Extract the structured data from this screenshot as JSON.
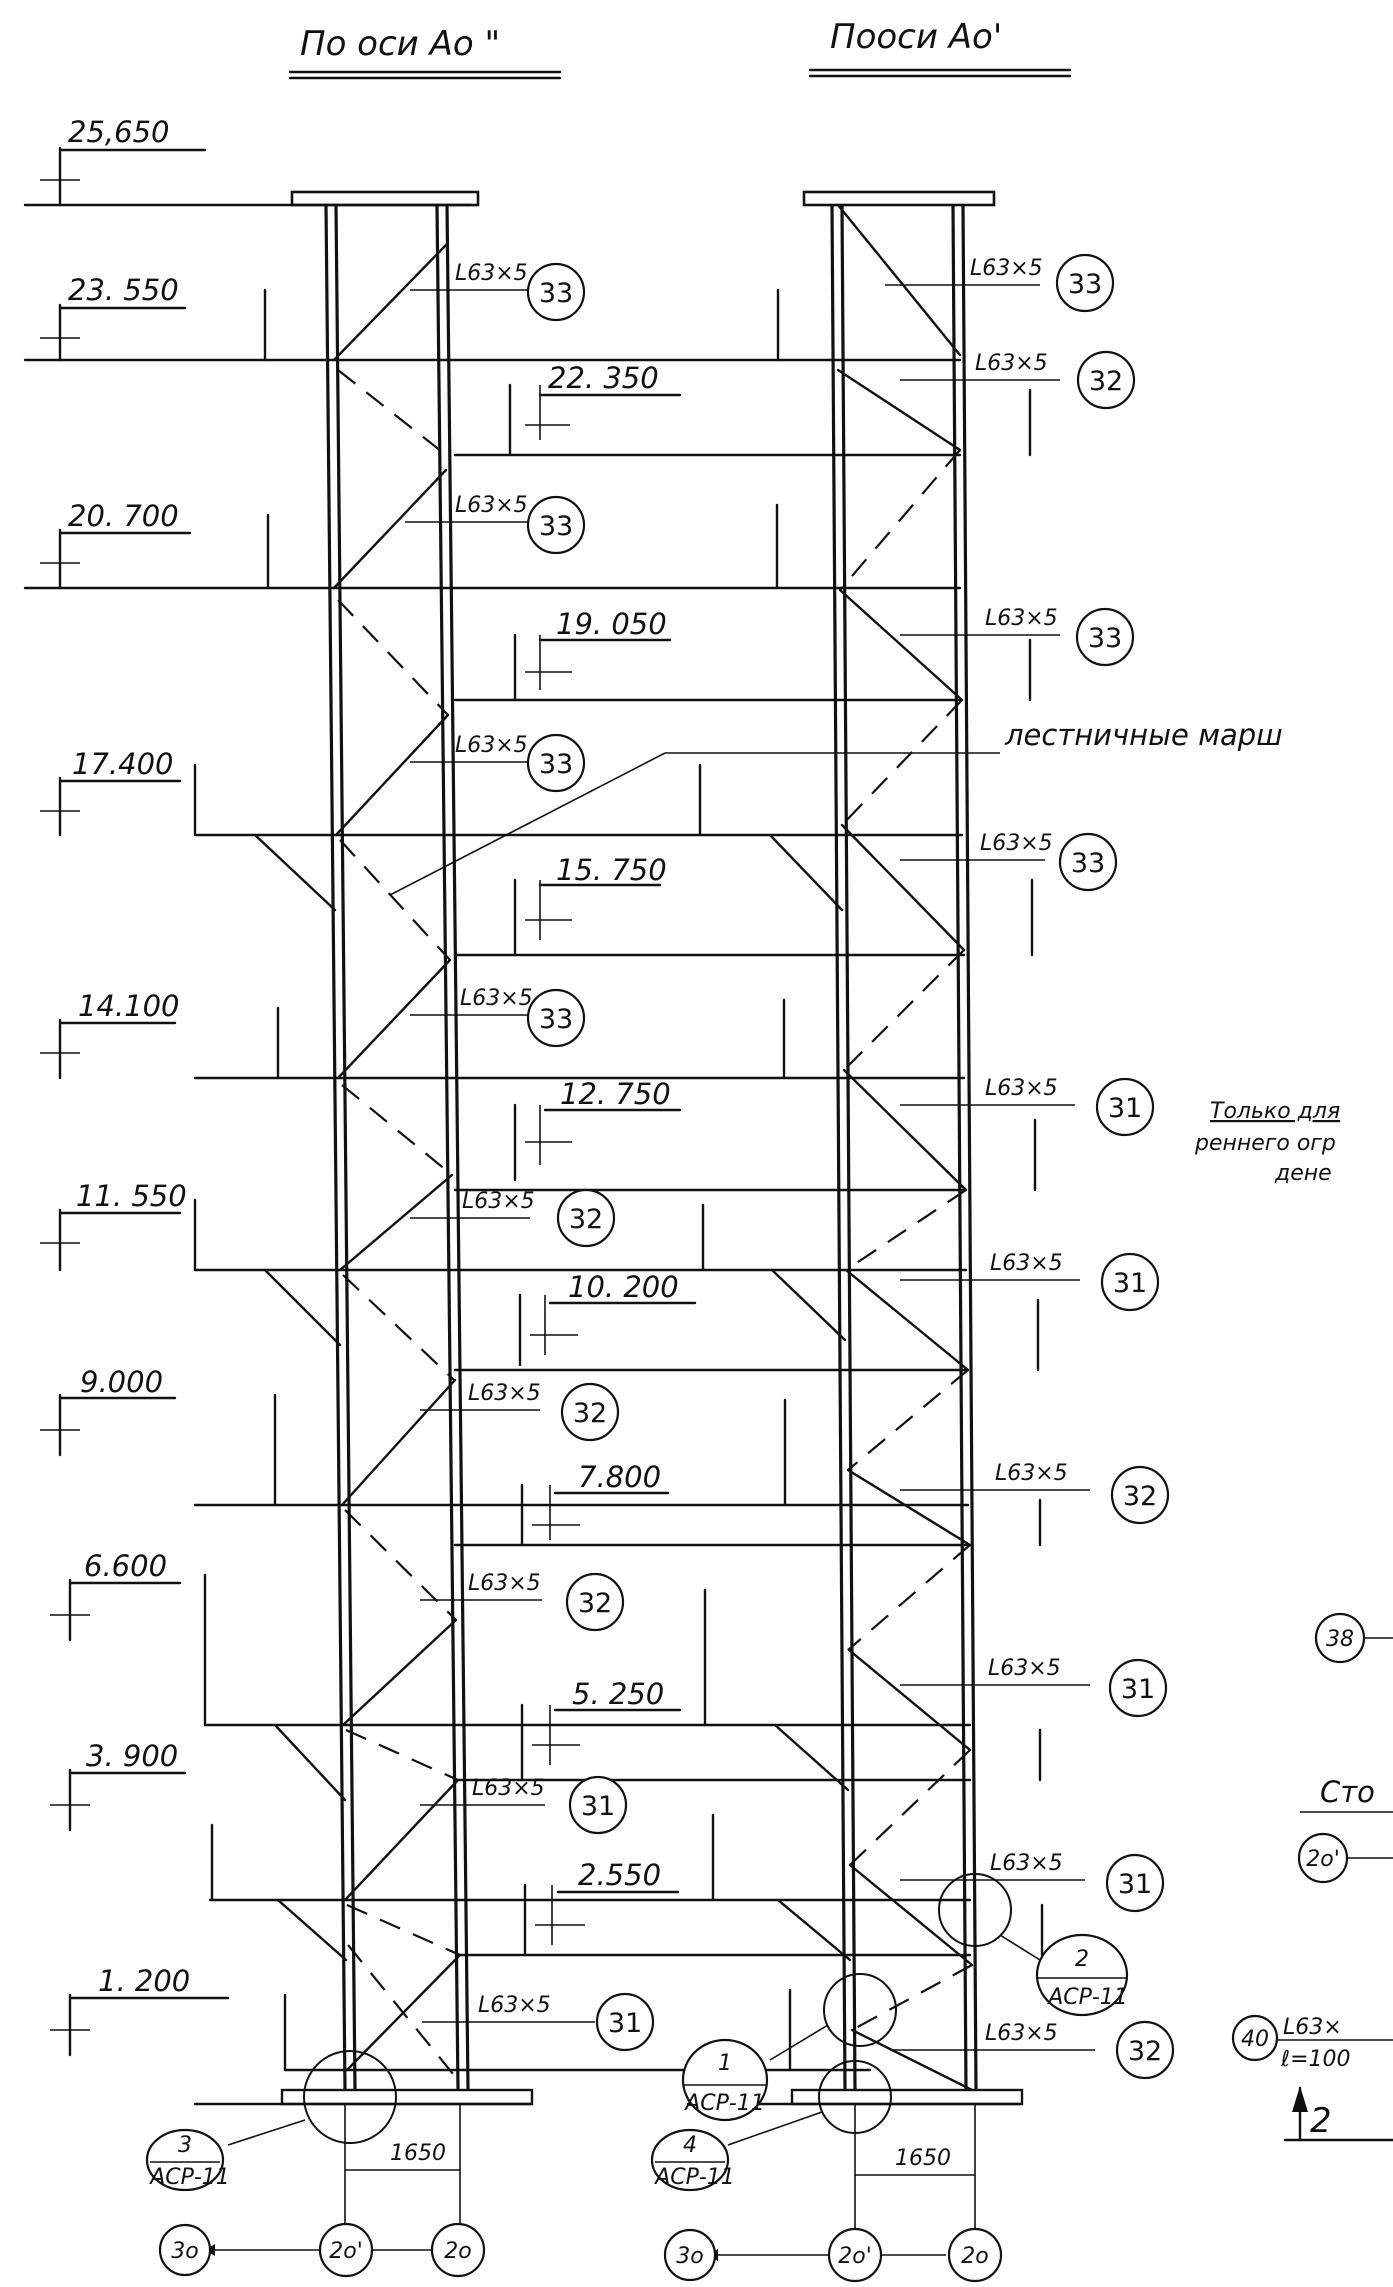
{
  "headers": {
    "left": "По оси Ао \"",
    "right": "Пооси Ао'"
  },
  "elevations_left": [
    "25,650",
    "23. 550",
    "20. 700",
    "17.400",
    "14.100",
    "11. 550",
    "9.000",
    "6.600",
    "3. 900",
    "1. 200"
  ],
  "elevations_mid": [
    "22. 350",
    "19. 050",
    "15. 750",
    "12. 750",
    "10. 200",
    "7.800",
    "5. 250",
    "2.550"
  ],
  "profile": "L63×5",
  "left_marks": [
    "33",
    "33",
    "33",
    "33",
    "32",
    "32",
    "32",
    "31",
    "31"
  ],
  "right_marks": [
    "33",
    "32",
    "33",
    "33",
    "31",
    "31",
    "32",
    "31",
    "31",
    "32"
  ],
  "stair_label": "лестничные марш",
  "note": {
    "line1": "Только для",
    "line2": "реннего огр",
    "line3": "дене"
  },
  "dimensions": {
    "left": "1650",
    "right": "1650"
  },
  "callouts": [
    {
      "num": "3",
      "sheet": "АСР-11"
    },
    {
      "num": "4",
      "sheet": "АСР-11"
    },
    {
      "num": "1",
      "sheet": "АСР-11"
    },
    {
      "num": "2",
      "sheet": "АСР-11"
    }
  ],
  "axes": {
    "left": [
      "3о",
      "2о'",
      "2о"
    ],
    "right": [
      "3о",
      "2о'",
      "2о"
    ]
  },
  "right_edge": {
    "mark38": "38",
    "label": "Сто",
    "axis": "2о'",
    "mark40": "40",
    "spec_top": "L63×",
    "spec_bottom": "ℓ=100",
    "section": "2"
  }
}
